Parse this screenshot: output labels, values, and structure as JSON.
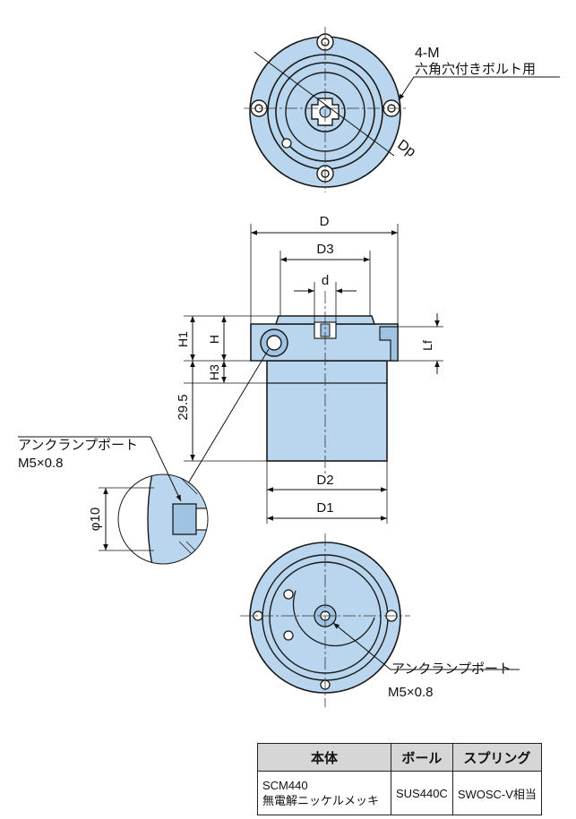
{
  "colors": {
    "fill": "#b9d6ee",
    "fill_dark": "#9fc3e3",
    "line": "#1a1a1a"
  },
  "top_view": {
    "bolt_label": "4-M",
    "bolt_desc": "六角穴付きボルト用",
    "pitch_label": "Dp"
  },
  "front_view": {
    "dim_D": "D",
    "dim_D3": "D3",
    "dim_d": "d",
    "dim_H1": "H1",
    "dim_H": "H",
    "dim_H3": "H3",
    "dim_295": "29.5",
    "dim_Lf": "Lf",
    "dim_D2": "D2",
    "dim_D1": "D1"
  },
  "detail": {
    "port_label": "アンクランプポート",
    "port_size": "M5×0.8",
    "dia_label": "φ10"
  },
  "bottom_view": {
    "port_label": "アンクランプポート",
    "port_size": "M5×0.8"
  },
  "spec_table": {
    "headers": [
      "本体",
      "ボール",
      "スプリング"
    ],
    "row": {
      "body_line1": "SCM440",
      "body_line2": "無電解ニッケルメッキ",
      "ball": "SUS440C",
      "spring": "SWOSC-V相当"
    }
  }
}
